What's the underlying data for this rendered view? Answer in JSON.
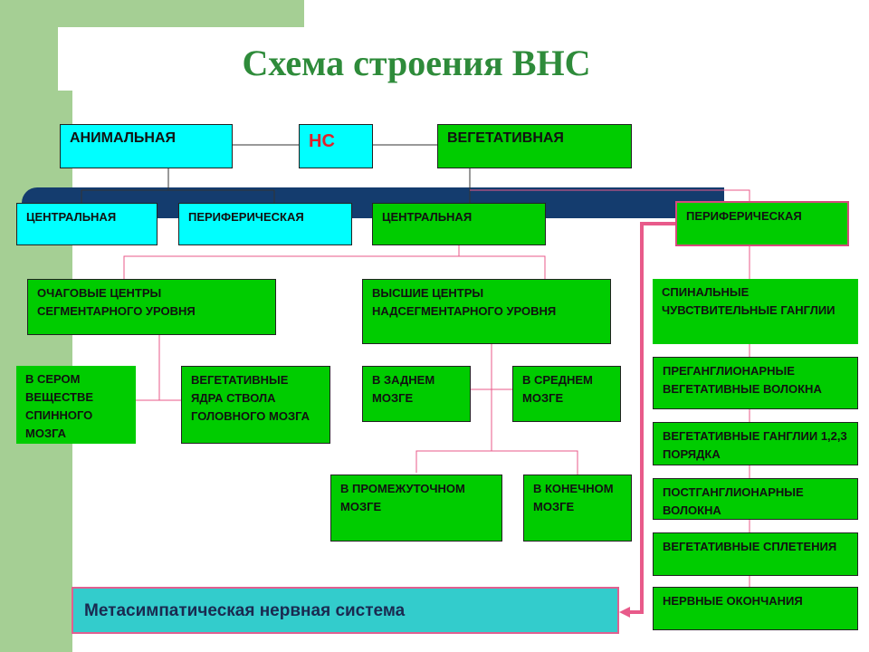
{
  "title": "Схема строения ВНС",
  "ns": "НС",
  "animal": "АНИМАЛЬНАЯ",
  "vegetative": "ВЕГЕТАТИВНАЯ",
  "level2": {
    "central_a": "ЦЕНТРАЛЬНАЯ",
    "peripheral_a": "ПЕРИФЕРИЧЕСКАЯ",
    "central_v": "ЦЕНТРАЛЬНАЯ",
    "peripheral_v": "ПЕРИФЕРИЧЕСКАЯ"
  },
  "centers": {
    "focal": "ОЧАГОВЫЕ ЦЕНТРЫ СЕГМЕНТАРНОГО УРОВНЯ",
    "higher": "ВЫСШИЕ ЦЕНТРЫ НАДСЕГМЕНТАРНОГО УРОВНЯ"
  },
  "focal_children": {
    "gray": "В СЕРОМ ВЕЩЕСТВЕ СПИННОГО МОЗГА",
    "nuclei": "ВЕГЕТАТИВНЫЕ ЯДРА СТВОЛА ГОЛОВНОГО МОЗГА"
  },
  "higher_children": {
    "hind": "В ЗАДНЕМ МОЗГЕ",
    "mid": "В СРЕДНЕМ МОЗГЕ",
    "inter": "В ПРОМЕЖУТОЧНОМ МОЗГЕ",
    "end": "В КОНЕЧНОМ МОЗГЕ"
  },
  "peripheral_items": [
    "СПИНАЛЬНЫЕ ЧУВСТВИТЕЛЬНЫЕ ГАНГЛИИ",
    "ПРЕГАНГЛИОНАРНЫЕ ВЕГЕТАТИВНЫЕ ВОЛОКНА",
    "ВЕГЕТАТИВНЫЕ ГАНГЛИИ 1,2,3 ПОРЯДКА",
    "ПОСТГАНГЛИОНАРНЫЕ ВОЛОКНА",
    "ВЕГЕТАТИВНЫЕ СПЛЕТЕНИЯ",
    "НЕРВНЫЕ ОКОНЧАНИЯ"
  ],
  "meta": "Метасимпатическая нервная система",
  "colors": {
    "cyan": "#00ffff",
    "green": "#00cc00",
    "connector": "#e85a8a",
    "band": "#143c6e",
    "title": "#2e8b3a"
  }
}
